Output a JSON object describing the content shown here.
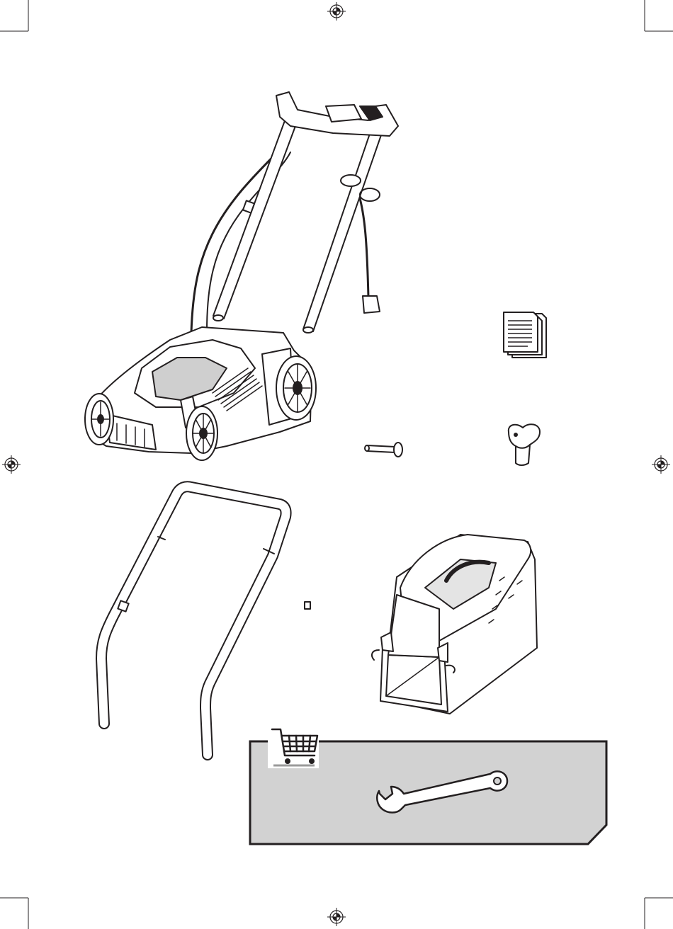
{
  "page": {
    "type": "parts-contents-page",
    "background": "#ffffff"
  },
  "illustrations": {
    "mower": {
      "icon": "lawn-mower-illustration"
    },
    "document": {
      "icon": "document-stack-icon"
    },
    "bolt": {
      "icon": "bolt-icon"
    },
    "knob": {
      "icon": "wing-knob-icon"
    },
    "lower_handle": {
      "icon": "lower-handle-illustration"
    },
    "grass_box": {
      "icon": "grass-collection-box-illustration"
    }
  },
  "accessory_panel": {
    "fill": "#d2d2d2",
    "border": "#231f20",
    "cart_icon": "shopping-cart-icon",
    "tool_icon": "spanner-icon"
  },
  "print_marks": {
    "registration_icon": "registration-mark-icon",
    "crop_icon": "crop-mark-icon"
  }
}
